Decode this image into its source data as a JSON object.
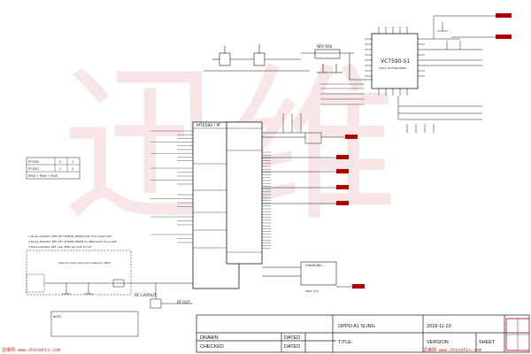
{
  "colors": {
    "wire": "#1a1a1a",
    "net": "#b00000",
    "watermark": "#e7a0a0",
    "footer": "#c03030"
  },
  "schematic": {
    "main_ic_label": "MT6580 / PF",
    "bridge_ic_label": "VC7590-S1",
    "bridge_ic_sub": "VCK-1 VC7590-SN0D",
    "inductor_label": "NFR 6A0",
    "right_block_label": "CHARGING",
    "layout_label": "RF LAYOUT",
    "note_label": "NOTE",
    "rf_out_label": "RF OUT",
    "power_label": "VBAT_SYS"
  },
  "notes": {
    "lines": [
      "1.Route AUXADC_REF_RF7 MTR0B_SENSE with 3mil shield with",
      "2.Route AUXADC_REF_RF7 MTR0B_SENSE as differential trace with",
      "3.Place AUXADC_REF near PMIC pin with 10 mil.",
      "Close to main chip and isolate by VBOT"
    ]
  },
  "table": {
    "rows": [
      [
        "PCT000",
        "0",
        "1"
      ],
      [
        "PCT001",
        "1",
        "0"
      ],
      [
        "P000 + P000 + P000",
        "",
        ""
      ]
    ]
  },
  "title_block": {
    "project": "OPPO A1 SLING",
    "date": "2018-11-23",
    "drawn_label": "DRAWN",
    "checked_label": "CHECKED",
    "dated_label": "DATED",
    "title_label": "TITLE:",
    "version_label": "VERSION",
    "sheet_label": "SHEET"
  },
  "footer": {
    "left": "迅维网  www.chinafix.com",
    "right": "迅维网  www.chinafix.com"
  },
  "watermark": {
    "chars": "迅维"
  }
}
